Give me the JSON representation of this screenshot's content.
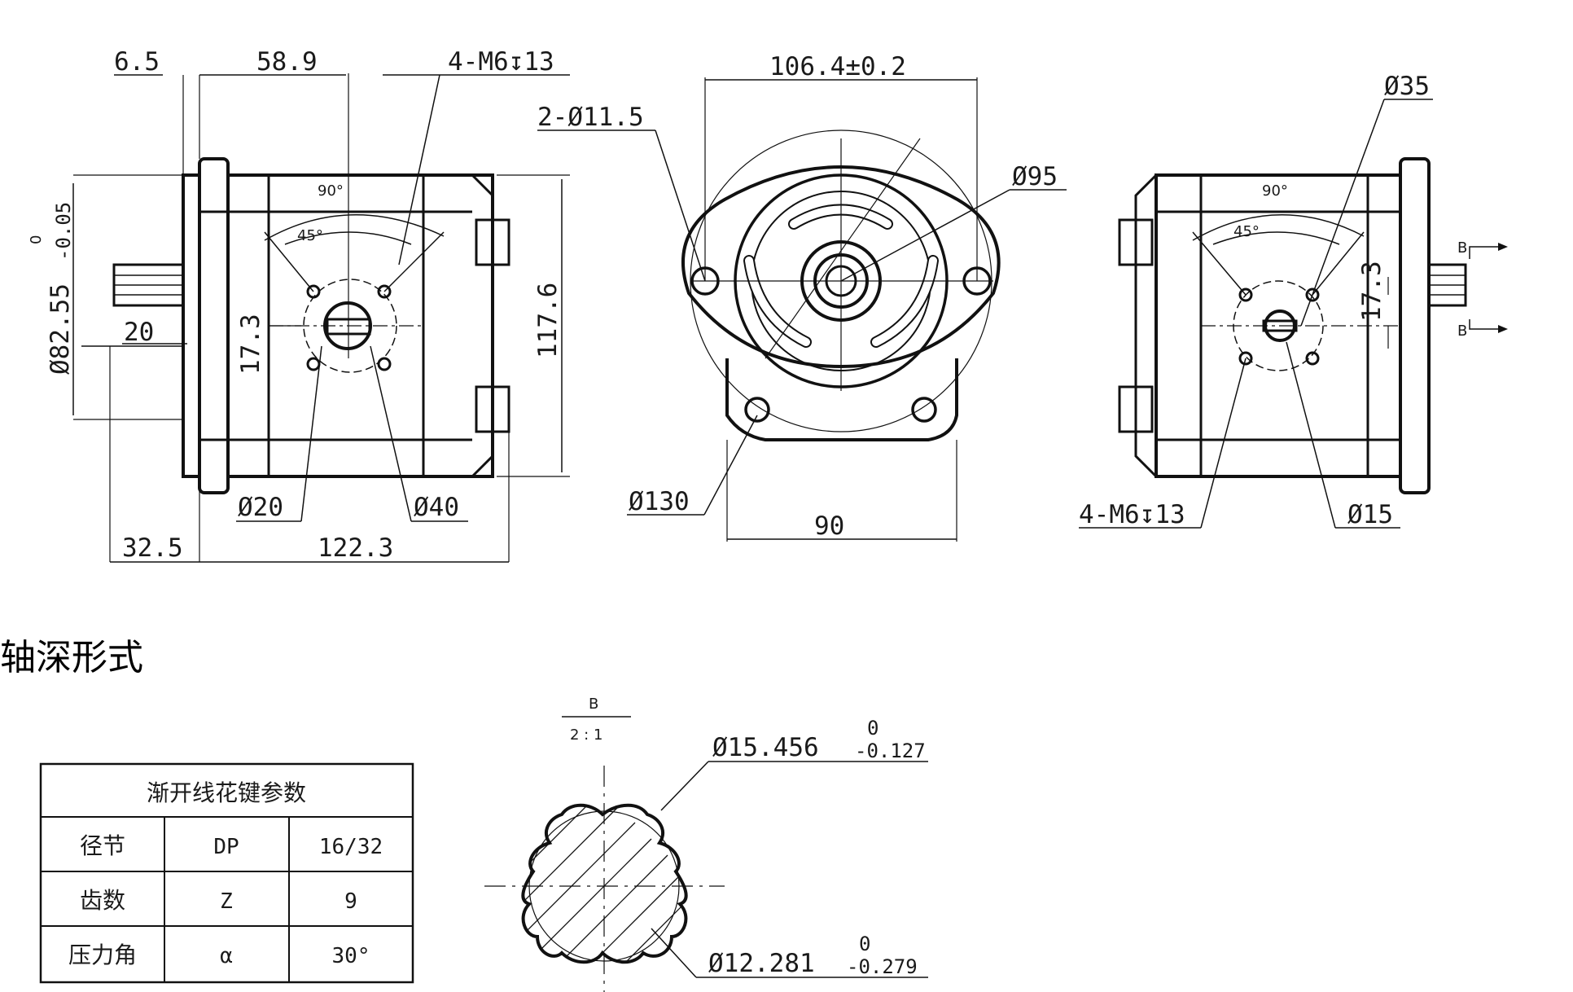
{
  "front_view": {
    "dim_flange_thk": "6.5",
    "dim_port_offset": "58.9",
    "dim_thread_top": "4-M6↧13",
    "dim_pilot_tol_upper": "0",
    "dim_pilot_tol_lower": "-0.05",
    "dim_pilot": "Ø82.55",
    "dim_angle_90": "90°",
    "dim_angle_45": "45°",
    "dim_pitch": "17.3",
    "dim_shaft_len": "20",
    "dim_height": "117.6",
    "dim_port_dia": "Ø20",
    "dim_pcd": "Ø40",
    "dim_shaft_total": "32.5",
    "dim_body_len": "122.3"
  },
  "flange_view": {
    "dim_bolt_span": "106.4±0.2",
    "dim_bolt_holes": "2-Ø11.5",
    "dim_pilot_circle": "Ø95",
    "dim_outer_circle": "Ø130",
    "dim_width": "90"
  },
  "rear_view": {
    "dim_pcd": "Ø35",
    "dim_angle_90": "90°",
    "dim_angle_45": "45°",
    "dim_pitch": "17.3",
    "section_marker": "B",
    "dim_thread": "4-M6↧13",
    "dim_port_dia": "Ø15"
  },
  "section_title": "轴深形式",
  "detail": {
    "view_label": "B",
    "scale": "2 : 1",
    "major_dia": "Ø15.456",
    "major_tol_upper": "0",
    "major_tol_lower": "-0.127",
    "minor_dia": "Ø12.281",
    "minor_tol_upper": "0",
    "minor_tol_lower": "-0.279"
  },
  "spline_table": {
    "title": "渐开线花键参数",
    "rows": [
      {
        "name": "径节",
        "symbol": "DP",
        "value": "16/32"
      },
      {
        "name": "齿数",
        "symbol": "Z",
        "value": "9"
      },
      {
        "name": "压力角",
        "symbol": "α",
        "value": "30°"
      }
    ]
  }
}
